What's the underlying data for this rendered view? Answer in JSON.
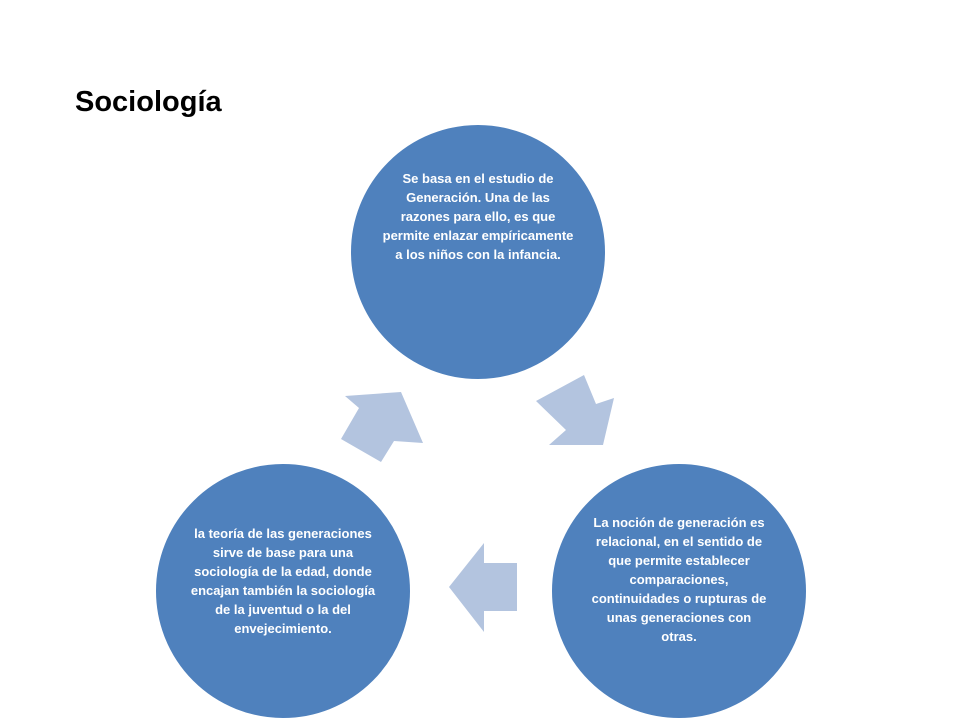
{
  "title": "Sociología",
  "cycle": {
    "nodes": [
      {
        "text": "Se basa en el estudio de Generación. Una de las razones para ello, es que permite enlazar empíricamente a los niños con la infancia."
      },
      {
        "text": "La noción de generación es relacional, en el sentido de que permite establecer comparaciones, continuidades o rupturas de unas generaciones con otras."
      },
      {
        "text": "la teoría de las generaciones sirve de base para una sociología de la edad, donde encajan también la sociología de la juventud o la del envejecimiento."
      }
    ]
  },
  "colors": {
    "circle_fill": "#4f81bd",
    "circle_border": "#ffffff",
    "arrow_fill": "#b3c4df",
    "text": "#ffffff",
    "title": "#000000"
  }
}
